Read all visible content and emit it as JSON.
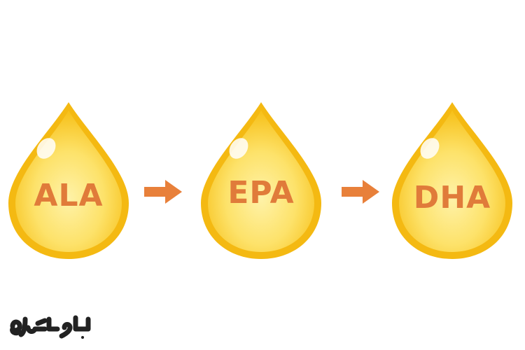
{
  "diagram": {
    "steps": [
      {
        "label": "ALA"
      },
      {
        "label": "EPA"
      },
      {
        "label": "DHA"
      }
    ],
    "colors": {
      "drop_fill": "#fbd23a",
      "drop_edge": "#f4b912",
      "label": "#e07b3a",
      "arrow": "#e8803a",
      "background": "#ffffff"
    }
  },
  "logo": {
    "text": "داروکه",
    "color": "#222222"
  }
}
